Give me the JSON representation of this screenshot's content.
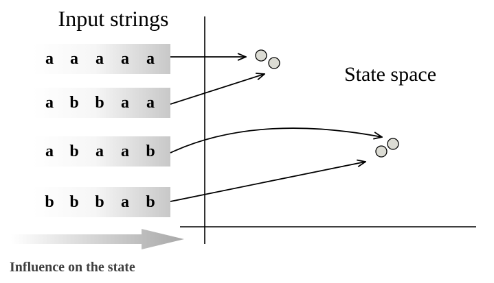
{
  "input_title": "Input strings",
  "state_title": "State space",
  "influence_label": "Influence on the state",
  "strings": [
    [
      "a",
      "a",
      "a",
      "a",
      "a"
    ],
    [
      "a",
      "b",
      "b",
      "a",
      "a"
    ],
    [
      "a",
      "b",
      "a",
      "a",
      "b"
    ],
    [
      "b",
      "b",
      "b",
      "a",
      "b"
    ]
  ],
  "colors": {
    "text": "#000000",
    "influence_text": "#404040",
    "state_circle_fill": "#dcdcd4",
    "gradient_dark": "#c8c8c8"
  }
}
